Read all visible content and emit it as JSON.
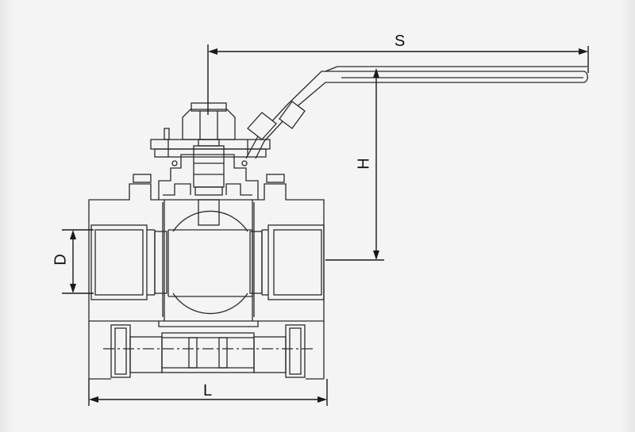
{
  "dimensions": {
    "S": "S",
    "H": "H",
    "D": "D",
    "L": "L"
  },
  "colors": {
    "line": "#2a2a2a",
    "background": "#f4f4f4"
  }
}
